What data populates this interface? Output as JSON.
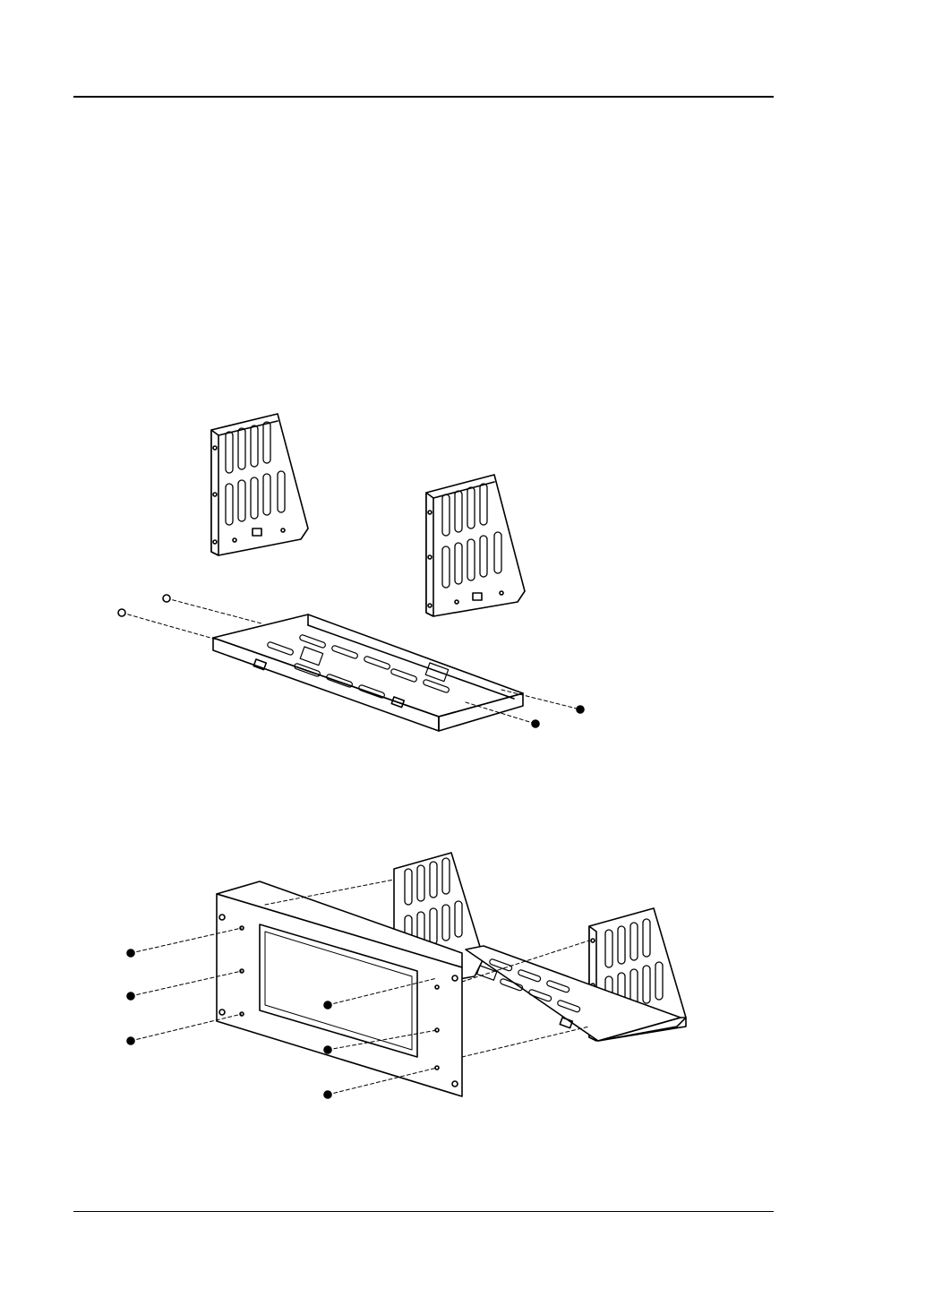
{
  "page": {
    "header_rule": true,
    "footer_rule": true,
    "ink_color": "#000000",
    "background_color": "#ffffff"
  },
  "figures": [
    {
      "id": "exploded-view",
      "parts": [
        "side-bracket-left",
        "side-bracket-right",
        "base-tray",
        "screws"
      ]
    },
    {
      "id": "assembled-view",
      "parts": [
        "front-panel",
        "side-bracket-left",
        "side-bracket-right",
        "base-tray",
        "screws"
      ]
    }
  ]
}
